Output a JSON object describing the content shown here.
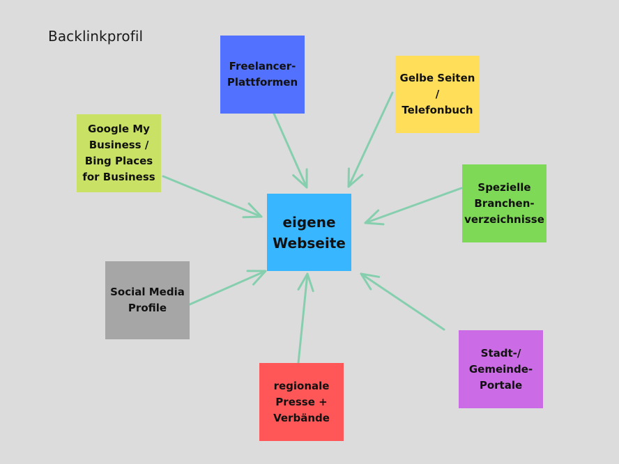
{
  "title": "Backlinkprofil",
  "center": {
    "label": "eigene\nWebseite",
    "color": "#38b6ff"
  },
  "nodes": [
    {
      "id": "freelancer",
      "label": "Freelancer-\nPlattformen",
      "color": "#5271ff"
    },
    {
      "id": "gelbe-seiten",
      "label": "Gelbe Seiten /\nTelefonbuch",
      "color": "#ffde59"
    },
    {
      "id": "google",
      "label": "Google My\nBusiness /\nBing Places\nfor Business",
      "color": "#c9e265"
    },
    {
      "id": "branchen",
      "label": "Spezielle\nBranchen-\nverzeichnisse",
      "color": "#7ed957"
    },
    {
      "id": "social",
      "label": "Social Media\nProfile",
      "color": "#a6a6a6"
    },
    {
      "id": "stadt",
      "label": "Stadt-/\nGemeinde-\nPortale",
      "color": "#cb6ce6"
    },
    {
      "id": "presse",
      "label": "regionale\nPresse +\nVerbände",
      "color": "#ff5757"
    }
  ],
  "arrow_color": "#86cfae"
}
